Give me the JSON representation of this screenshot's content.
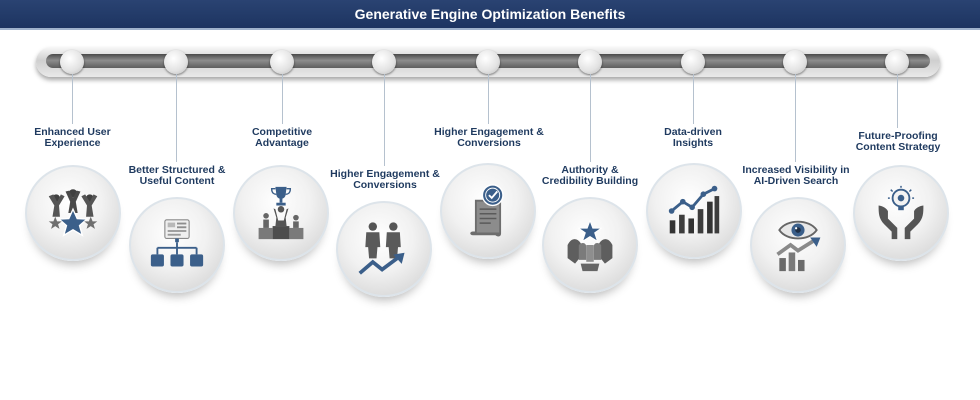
{
  "title": "Generative Engine Optimization Benefits",
  "colors": {
    "header": "#1d3461",
    "label_text": "#1f3a5f",
    "icon_dark": "#404040",
    "icon_accent": "#3b5f8a"
  },
  "items": [
    {
      "label": "Enhanced User Experience",
      "icon": "celebrating-people-star-icon"
    },
    {
      "label": "Better Structured & Useful Content",
      "icon": "structured-content-hierarchy-icon"
    },
    {
      "label": "Competitive Advantage",
      "icon": "podium-trophy-icon"
    },
    {
      "label": "Higher Engagement & Conversions",
      "icon": "people-growth-arrow-icon"
    },
    {
      "label": "Higher Engagement & Conversions",
      "icon": "certified-document-badge-icon"
    },
    {
      "label": "Authority & Credibility Building",
      "icon": "hands-star-icon"
    },
    {
      "label": "Data-driven Insights",
      "icon": "bar-chart-trend-icon"
    },
    {
      "label": "Increased Visibility in AI-Driven Search",
      "icon": "eye-growth-chart-icon"
    },
    {
      "label": "Future-Proofing Content Strategy",
      "icon": "hands-lightbulb-icon"
    }
  ]
}
